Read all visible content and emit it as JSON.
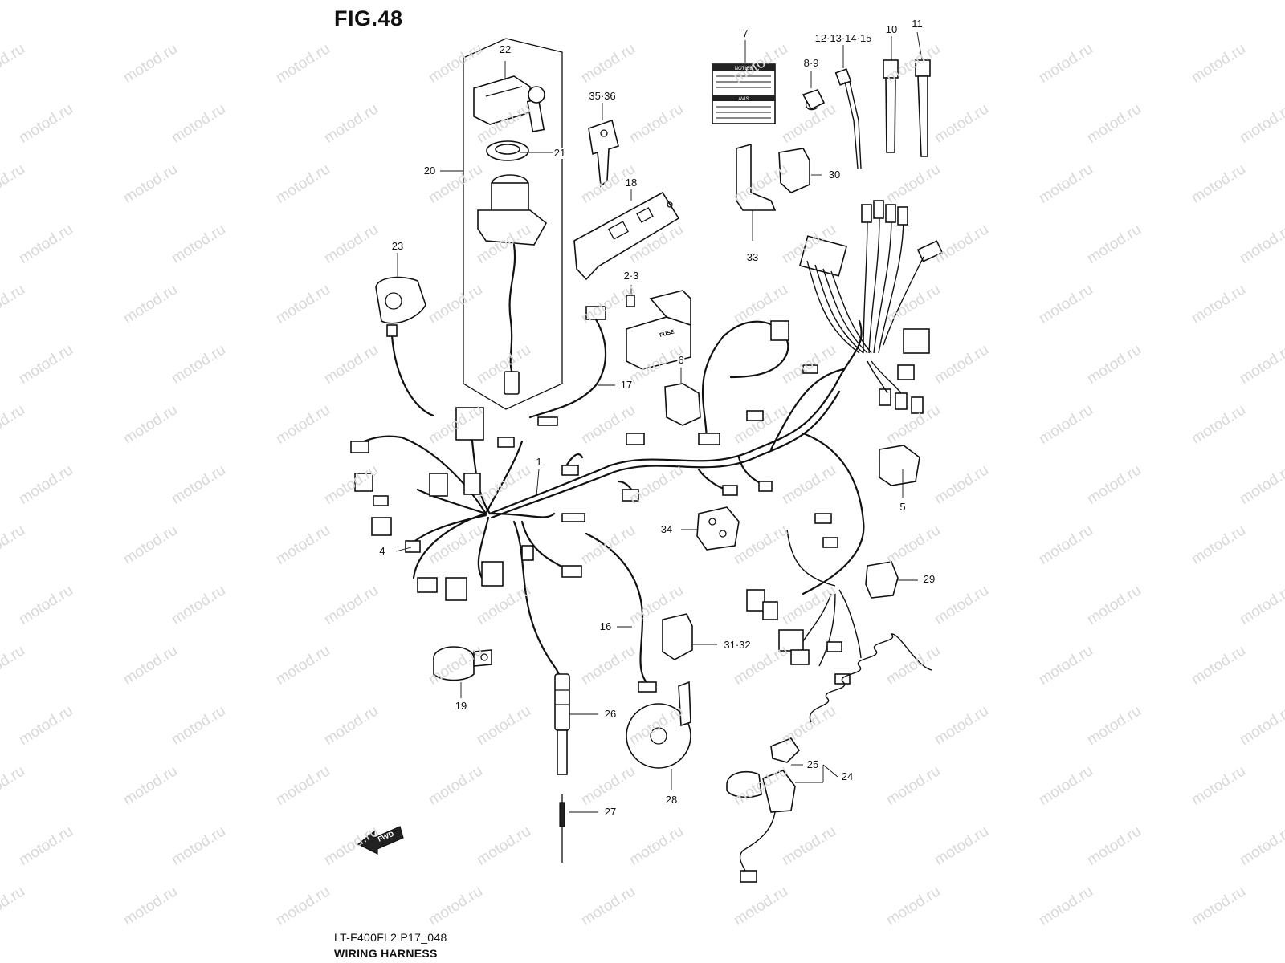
{
  "title": "FIG.48",
  "footer": {
    "code": "LT-F400FL2 P17_048",
    "name": "WIRING HARNESS"
  },
  "watermark": "motod.ru",
  "fwd_label": "FWD",
  "callouts": [
    {
      "id": "c1",
      "text": "1"
    },
    {
      "id": "c2",
      "text": "2·3"
    },
    {
      "id": "c4",
      "text": "4"
    },
    {
      "id": "c5",
      "text": "5"
    },
    {
      "id": "c6",
      "text": "6"
    },
    {
      "id": "c7",
      "text": "7"
    },
    {
      "id": "c8",
      "text": "8·9"
    },
    {
      "id": "c10",
      "text": "10"
    },
    {
      "id": "c11",
      "text": "11"
    },
    {
      "id": "c12",
      "text": "12·13·14·15"
    },
    {
      "id": "c16",
      "text": "16"
    },
    {
      "id": "c17",
      "text": "17"
    },
    {
      "id": "c18",
      "text": "18"
    },
    {
      "id": "c19",
      "text": "19"
    },
    {
      "id": "c20",
      "text": "20"
    },
    {
      "id": "c21",
      "text": "21"
    },
    {
      "id": "c22",
      "text": "22"
    },
    {
      "id": "c23",
      "text": "23"
    },
    {
      "id": "c24",
      "text": "24"
    },
    {
      "id": "c25",
      "text": "25"
    },
    {
      "id": "c26",
      "text": "26"
    },
    {
      "id": "c27",
      "text": "27"
    },
    {
      "id": "c28",
      "text": "28"
    },
    {
      "id": "c29",
      "text": "29"
    },
    {
      "id": "c30",
      "text": "30"
    },
    {
      "id": "c31",
      "text": "31·32"
    },
    {
      "id": "c33",
      "text": "33"
    },
    {
      "id": "c34",
      "text": "34"
    },
    {
      "id": "c35",
      "text": "35·36"
    }
  ],
  "label_texts": {
    "notice": "NOTICE",
    "avis": "AVIS",
    "fuse": "FUSE"
  }
}
